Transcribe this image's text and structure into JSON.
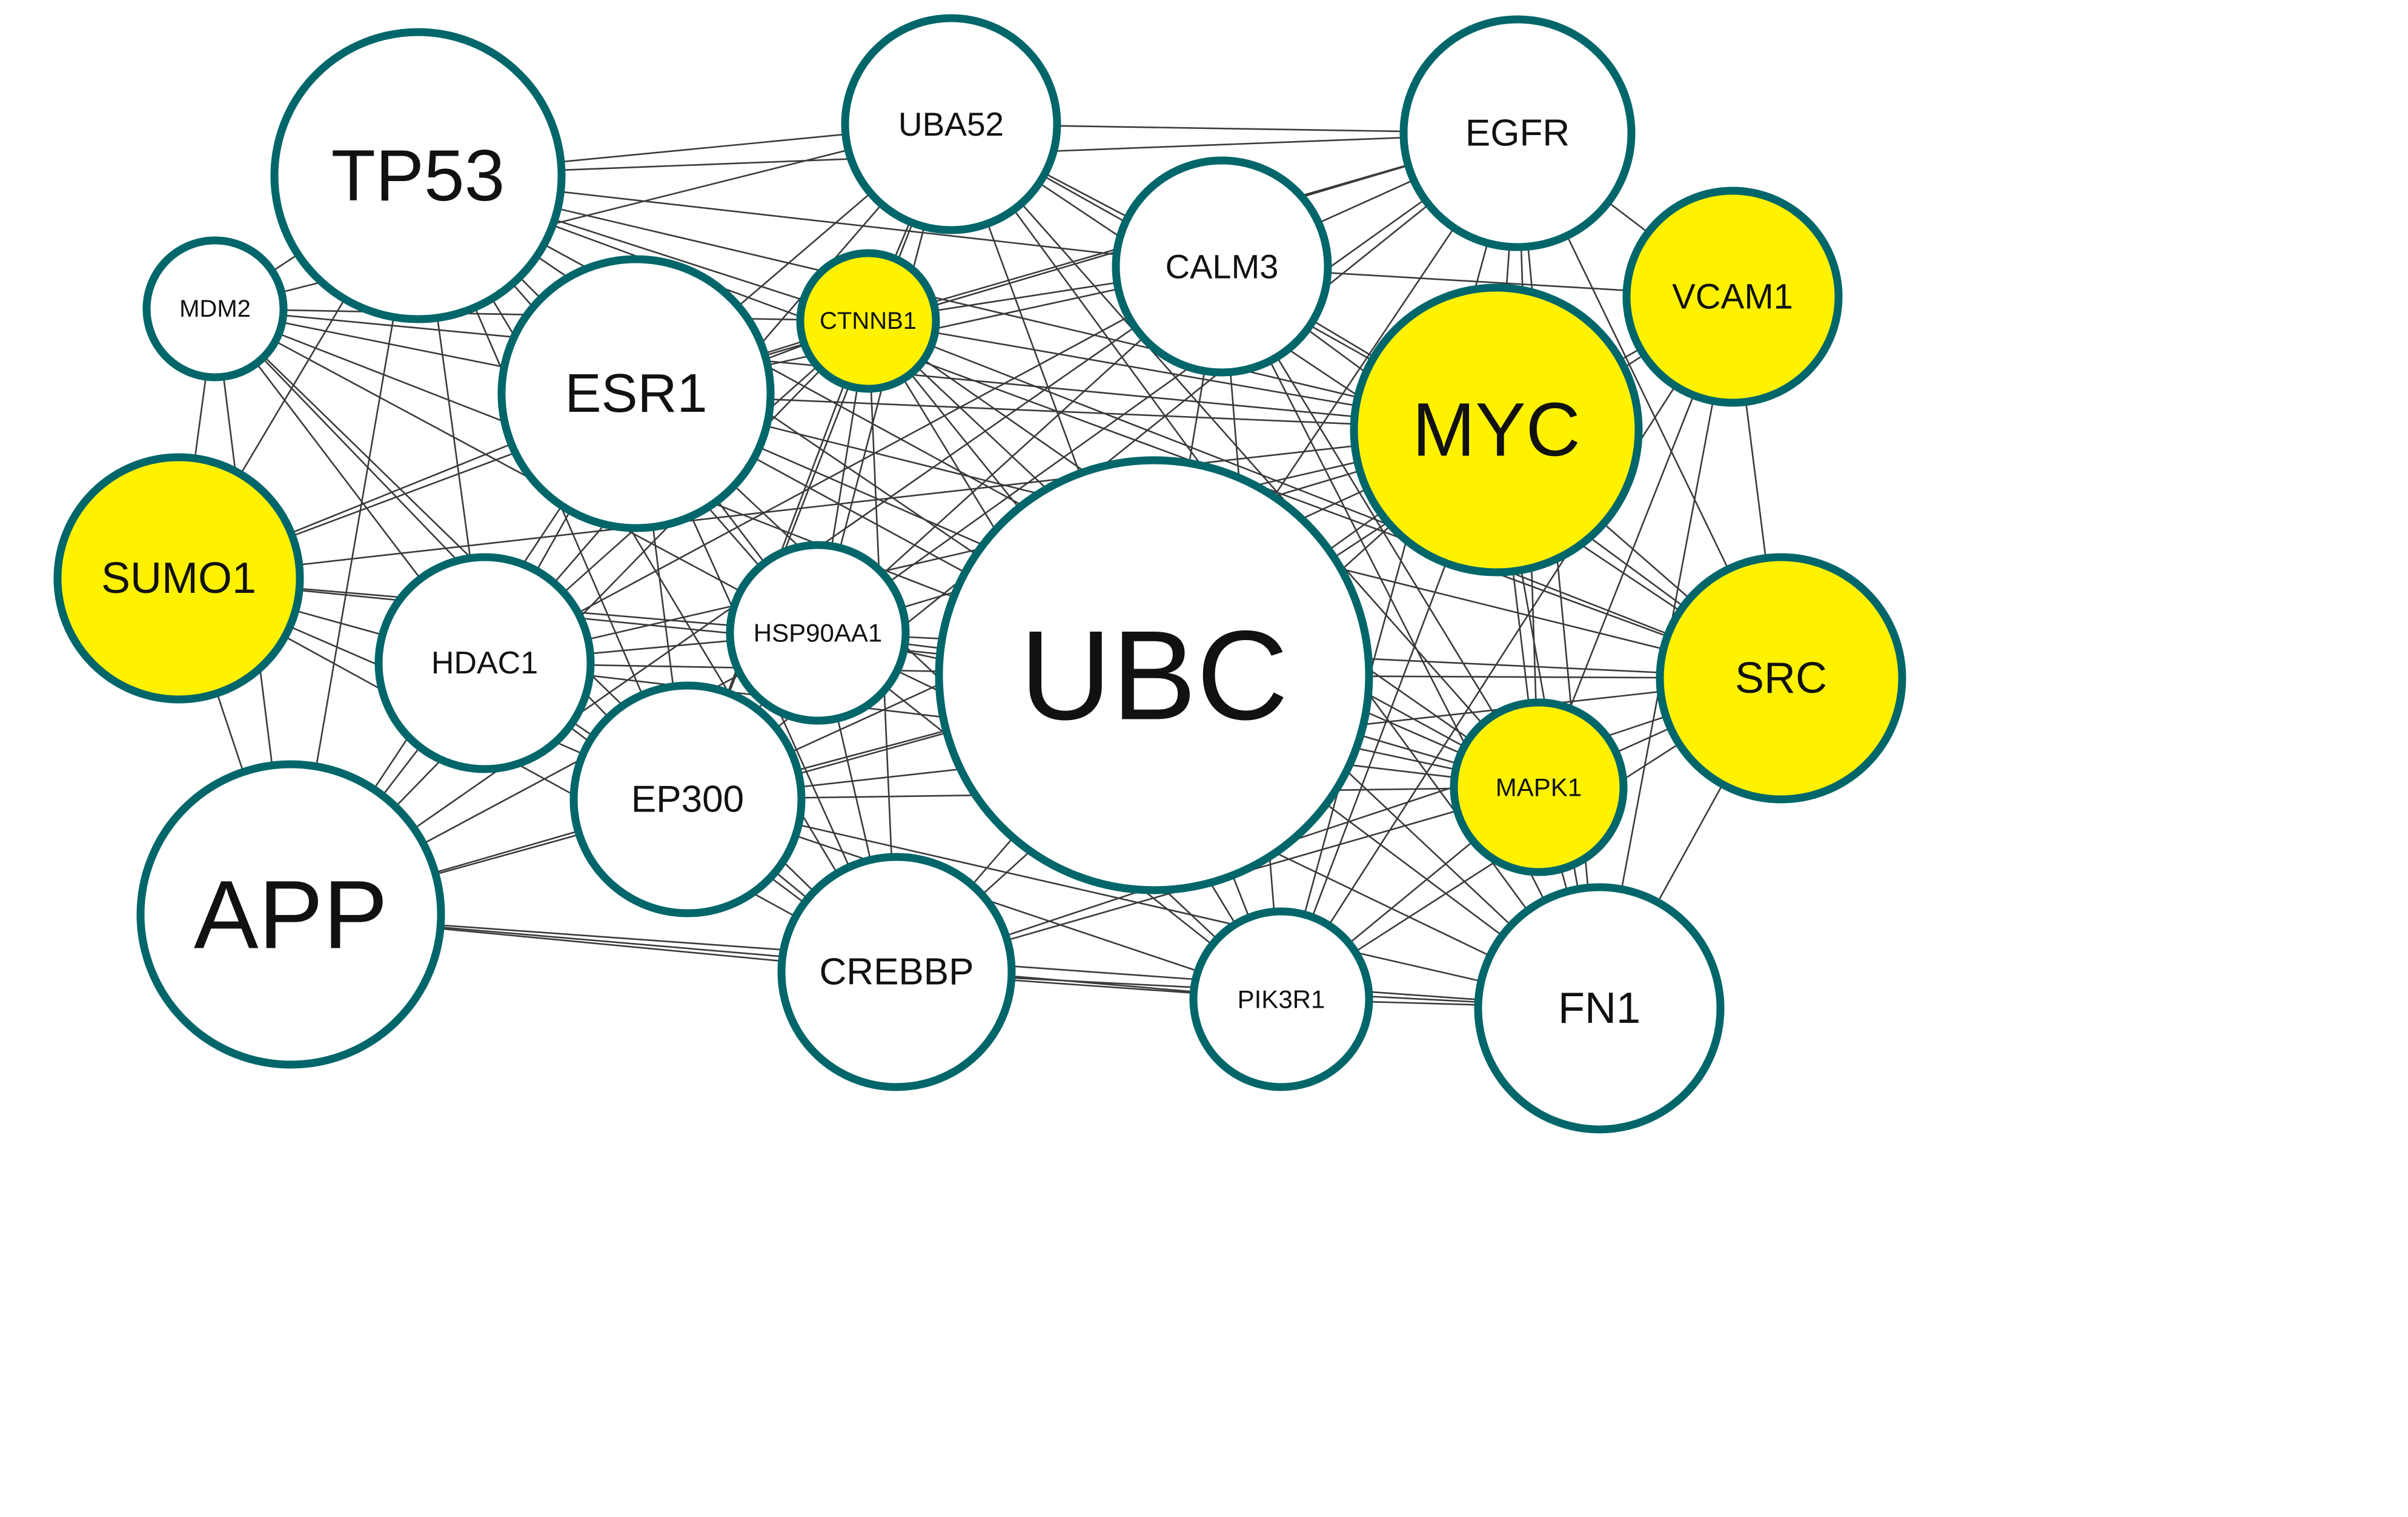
{
  "colors": {
    "node_border": "#00666a",
    "node_default_fill": "#ffffff",
    "node_highlight_fill": "#fff200",
    "edge": "#3a3a3a"
  },
  "nodes": [
    {
      "id": "UBC",
      "label": "UBC",
      "highlight": false
    },
    {
      "id": "TP53",
      "label": "TP53",
      "highlight": false
    },
    {
      "id": "APP",
      "label": "APP",
      "highlight": false
    },
    {
      "id": "MYC",
      "label": "MYC",
      "highlight": true
    },
    {
      "id": "ESR1",
      "label": "ESR1",
      "highlight": false
    },
    {
      "id": "SRC",
      "label": "SRC",
      "highlight": true
    },
    {
      "id": "FN1",
      "label": "FN1",
      "highlight": false
    },
    {
      "id": "SUMO1",
      "label": "SUMO1",
      "highlight": true
    },
    {
      "id": "EGFR",
      "label": "EGFR",
      "highlight": false
    },
    {
      "id": "CREBBP",
      "label": "CREBBP",
      "highlight": false
    },
    {
      "id": "EP300",
      "label": "EP300",
      "highlight": false
    },
    {
      "id": "UBA52",
      "label": "UBA52",
      "highlight": false
    },
    {
      "id": "VCAM1",
      "label": "VCAM1",
      "highlight": true
    },
    {
      "id": "CALM3",
      "label": "CALM3",
      "highlight": false
    },
    {
      "id": "HDAC1",
      "label": "HDAC1",
      "highlight": false
    },
    {
      "id": "HSP90AA1",
      "label": "HSP90AA1",
      "highlight": false
    },
    {
      "id": "MAPK1",
      "label": "MAPK1",
      "highlight": true
    },
    {
      "id": "PIK3R1",
      "label": "PIK3R1",
      "highlight": false
    },
    {
      "id": "CTNNB1",
      "label": "CTNNB1",
      "highlight": true
    },
    {
      "id": "MDM2",
      "label": "MDM2",
      "highlight": false
    }
  ],
  "edges": [
    [
      "UBC",
      "TP53"
    ],
    [
      "UBC",
      "ESR1"
    ],
    [
      "UBC",
      "MYC"
    ],
    [
      "UBC",
      "SRC"
    ],
    [
      "UBC",
      "FN1"
    ],
    [
      "UBC",
      "APP"
    ],
    [
      "UBC",
      "SUMO1"
    ],
    [
      "UBC",
      "EGFR"
    ],
    [
      "UBC",
      "CREBBP"
    ],
    [
      "UBC",
      "EP300"
    ],
    [
      "UBC",
      "UBA52"
    ],
    [
      "UBC",
      "VCAM1"
    ],
    [
      "UBC",
      "CALM3"
    ],
    [
      "UBC",
      "HDAC1"
    ],
    [
      "UBC",
      "HSP90AA1"
    ],
    [
      "UBC",
      "MAPK1"
    ],
    [
      "UBC",
      "PIK3R1"
    ],
    [
      "UBC",
      "CTNNB1"
    ],
    [
      "UBC",
      "MDM2"
    ],
    [
      "TP53",
      "ESR1"
    ],
    [
      "TP53",
      "MDM2"
    ],
    [
      "TP53",
      "MYC"
    ],
    [
      "TP53",
      "UBA52"
    ],
    [
      "TP53",
      "EGFR"
    ],
    [
      "TP53",
      "CALM3"
    ],
    [
      "TP53",
      "CTNNB1"
    ],
    [
      "TP53",
      "HDAC1"
    ],
    [
      "TP53",
      "EP300"
    ],
    [
      "TP53",
      "CREBBP"
    ],
    [
      "TP53",
      "SUMO1"
    ],
    [
      "TP53",
      "HSP90AA1"
    ],
    [
      "TP53",
      "APP"
    ],
    [
      "TP53",
      "MAPK1"
    ],
    [
      "TP53",
      "SRC"
    ],
    [
      "MDM2",
      "ESR1"
    ],
    [
      "MDM2",
      "HDAC1"
    ],
    [
      "MDM2",
      "SUMO1"
    ],
    [
      "MDM2",
      "APP"
    ],
    [
      "MDM2",
      "CTNNB1"
    ],
    [
      "MDM2",
      "EP300"
    ],
    [
      "MDM2",
      "CREBBP"
    ],
    [
      "MDM2",
      "HSP90AA1"
    ],
    [
      "MDM2",
      "MYC"
    ],
    [
      "MDM2",
      "UBA52"
    ],
    [
      "ESR1",
      "CTNNB1"
    ],
    [
      "ESR1",
      "MYC"
    ],
    [
      "ESR1",
      "EGFR"
    ],
    [
      "ESR1",
      "SRC"
    ],
    [
      "ESR1",
      "HDAC1"
    ],
    [
      "ESR1",
      "EP300"
    ],
    [
      "ESR1",
      "CREBBP"
    ],
    [
      "ESR1",
      "HSP90AA1"
    ],
    [
      "ESR1",
      "SUMO1"
    ],
    [
      "ESR1",
      "APP"
    ],
    [
      "ESR1",
      "MAPK1"
    ],
    [
      "ESR1",
      "PIK3R1"
    ],
    [
      "ESR1",
      "UBA52"
    ],
    [
      "ESR1",
      "CALM3"
    ],
    [
      "UBA52",
      "EGFR"
    ],
    [
      "UBA52",
      "CALM3"
    ],
    [
      "UBA52",
      "MYC"
    ],
    [
      "UBA52",
      "CTNNB1"
    ],
    [
      "UBA52",
      "HSP90AA1"
    ],
    [
      "UBA52",
      "HDAC1"
    ],
    [
      "UBA52",
      "FN1"
    ],
    [
      "UBA52",
      "SRC"
    ],
    [
      "UBA52",
      "MAPK1"
    ],
    [
      "UBA52",
      "EP300"
    ],
    [
      "EGFR",
      "CALM3"
    ],
    [
      "EGFR",
      "MYC"
    ],
    [
      "EGFR",
      "SRC"
    ],
    [
      "EGFR",
      "VCAM1"
    ],
    [
      "EGFR",
      "MAPK1"
    ],
    [
      "EGFR",
      "PIK3R1"
    ],
    [
      "EGFR",
      "FN1"
    ],
    [
      "EGFR",
      "CTNNB1"
    ],
    [
      "EGFR",
      "HSP90AA1"
    ],
    [
      "EGFR",
      "EP300"
    ],
    [
      "CALM3",
      "CTNNB1"
    ],
    [
      "CALM3",
      "MYC"
    ],
    [
      "CALM3",
      "VCAM1"
    ],
    [
      "CALM3",
      "SRC"
    ],
    [
      "CALM3",
      "MAPK1"
    ],
    [
      "CALM3",
      "HSP90AA1"
    ],
    [
      "CALM3",
      "PIK3R1"
    ],
    [
      "CALM3",
      "FN1"
    ],
    [
      "CALM3",
      "HDAC1"
    ],
    [
      "CALM3",
      "APP"
    ],
    [
      "CTNNB1",
      "MYC"
    ],
    [
      "CTNNB1",
      "HDAC1"
    ],
    [
      "CTNNB1",
      "EP300"
    ],
    [
      "CTNNB1",
      "CREBBP"
    ],
    [
      "CTNNB1",
      "SRC"
    ],
    [
      "CTNNB1",
      "MAPK1"
    ],
    [
      "CTNNB1",
      "FN1"
    ],
    [
      "CTNNB1",
      "HSP90AA1"
    ],
    [
      "CTNNB1",
      "APP"
    ],
    [
      "CTNNB1",
      "SUMO1"
    ],
    [
      "CTNNB1",
      "PIK3R1"
    ],
    [
      "MYC",
      "SRC"
    ],
    [
      "MYC",
      "VCAM1"
    ],
    [
      "MYC",
      "MAPK1"
    ],
    [
      "MYC",
      "FN1"
    ],
    [
      "MYC",
      "HDAC1"
    ],
    [
      "MYC",
      "EP300"
    ],
    [
      "MYC",
      "CREBBP"
    ],
    [
      "MYC",
      "PIK3R1"
    ],
    [
      "MYC",
      "HSP90AA1"
    ],
    [
      "MYC",
      "SUMO1"
    ],
    [
      "VCAM1",
      "SRC"
    ],
    [
      "VCAM1",
      "FN1"
    ],
    [
      "VCAM1",
      "MAPK1"
    ],
    [
      "VCAM1",
      "PIK3R1"
    ],
    [
      "SRC",
      "MAPK1"
    ],
    [
      "SRC",
      "FN1"
    ],
    [
      "SRC",
      "PIK3R1"
    ],
    [
      "SRC",
      "HSP90AA1"
    ],
    [
      "SRC",
      "EP300"
    ],
    [
      "SRC",
      "CREBBP"
    ],
    [
      "MAPK1",
      "FN1"
    ],
    [
      "MAPK1",
      "PIK3R1"
    ],
    [
      "MAPK1",
      "EP300"
    ],
    [
      "MAPK1",
      "CREBBP"
    ],
    [
      "MAPK1",
      "HSP90AA1"
    ],
    [
      "MAPK1",
      "HDAC1"
    ],
    [
      "FN1",
      "PIK3R1"
    ],
    [
      "FN1",
      "CREBBP"
    ],
    [
      "FN1",
      "EP300"
    ],
    [
      "FN1",
      "APP"
    ],
    [
      "FN1",
      "HSP90AA1"
    ],
    [
      "PIK3R1",
      "CREBBP"
    ],
    [
      "PIK3R1",
      "EP300"
    ],
    [
      "PIK3R1",
      "HSP90AA1"
    ],
    [
      "PIK3R1",
      "APP"
    ],
    [
      "SUMO1",
      "HDAC1"
    ],
    [
      "SUMO1",
      "APP"
    ],
    [
      "SUMO1",
      "EP300"
    ],
    [
      "SUMO1",
      "HSP90AA1"
    ],
    [
      "SUMO1",
      "CREBBP"
    ],
    [
      "HDAC1",
      "HSP90AA1"
    ],
    [
      "HDAC1",
      "EP300"
    ],
    [
      "HDAC1",
      "CREBBP"
    ],
    [
      "HDAC1",
      "APP"
    ],
    [
      "HSP90AA1",
      "EP300"
    ],
    [
      "HSP90AA1",
      "CREBBP"
    ],
    [
      "HSP90AA1",
      "APP"
    ],
    [
      "EP300",
      "CREBBP"
    ],
    [
      "EP300",
      "APP"
    ],
    [
      "CREBBP",
      "APP"
    ]
  ]
}
